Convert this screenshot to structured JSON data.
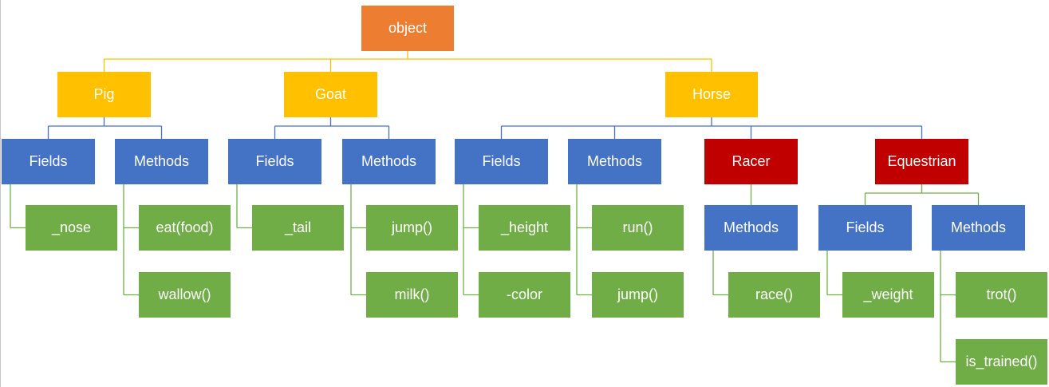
{
  "colors": {
    "root": "#ED7D31",
    "animal": "#FFC000",
    "category": "#4472C4",
    "subclass": "#C00000",
    "member": "#70AD47",
    "connector_top": "#FFC000",
    "connector_mid": "#4472C4",
    "connector_member": "#70AD47",
    "connector_sub": "#70AD47"
  },
  "root": {
    "label": "object"
  },
  "animals": [
    {
      "label": "Pig",
      "groups": [
        {
          "label": "Fields",
          "members": [
            "_nose"
          ]
        },
        {
          "label": "Methods",
          "members": [
            "eat(food)",
            "wallow()"
          ]
        }
      ]
    },
    {
      "label": "Goat",
      "groups": [
        {
          "label": "Fields",
          "members": [
            "_tail"
          ]
        },
        {
          "label": "Methods",
          "members": [
            "jump()",
            "milk()"
          ]
        }
      ]
    },
    {
      "label": "Horse",
      "groups": [
        {
          "label": "Fields",
          "members": [
            "_height",
            "-color"
          ]
        },
        {
          "label": "Methods",
          "members": [
            "run()",
            "jump()"
          ]
        }
      ],
      "subclasses": [
        {
          "label": "Racer",
          "groups": [
            {
              "label": "Methods",
              "members": [
                "race()"
              ]
            }
          ]
        },
        {
          "label": "Equestrian",
          "groups": [
            {
              "label": "Fields",
              "members": [
                "_weight"
              ]
            },
            {
              "label": "Methods",
              "members": [
                "trot()",
                "is_trained()"
              ]
            }
          ]
        }
      ]
    }
  ]
}
